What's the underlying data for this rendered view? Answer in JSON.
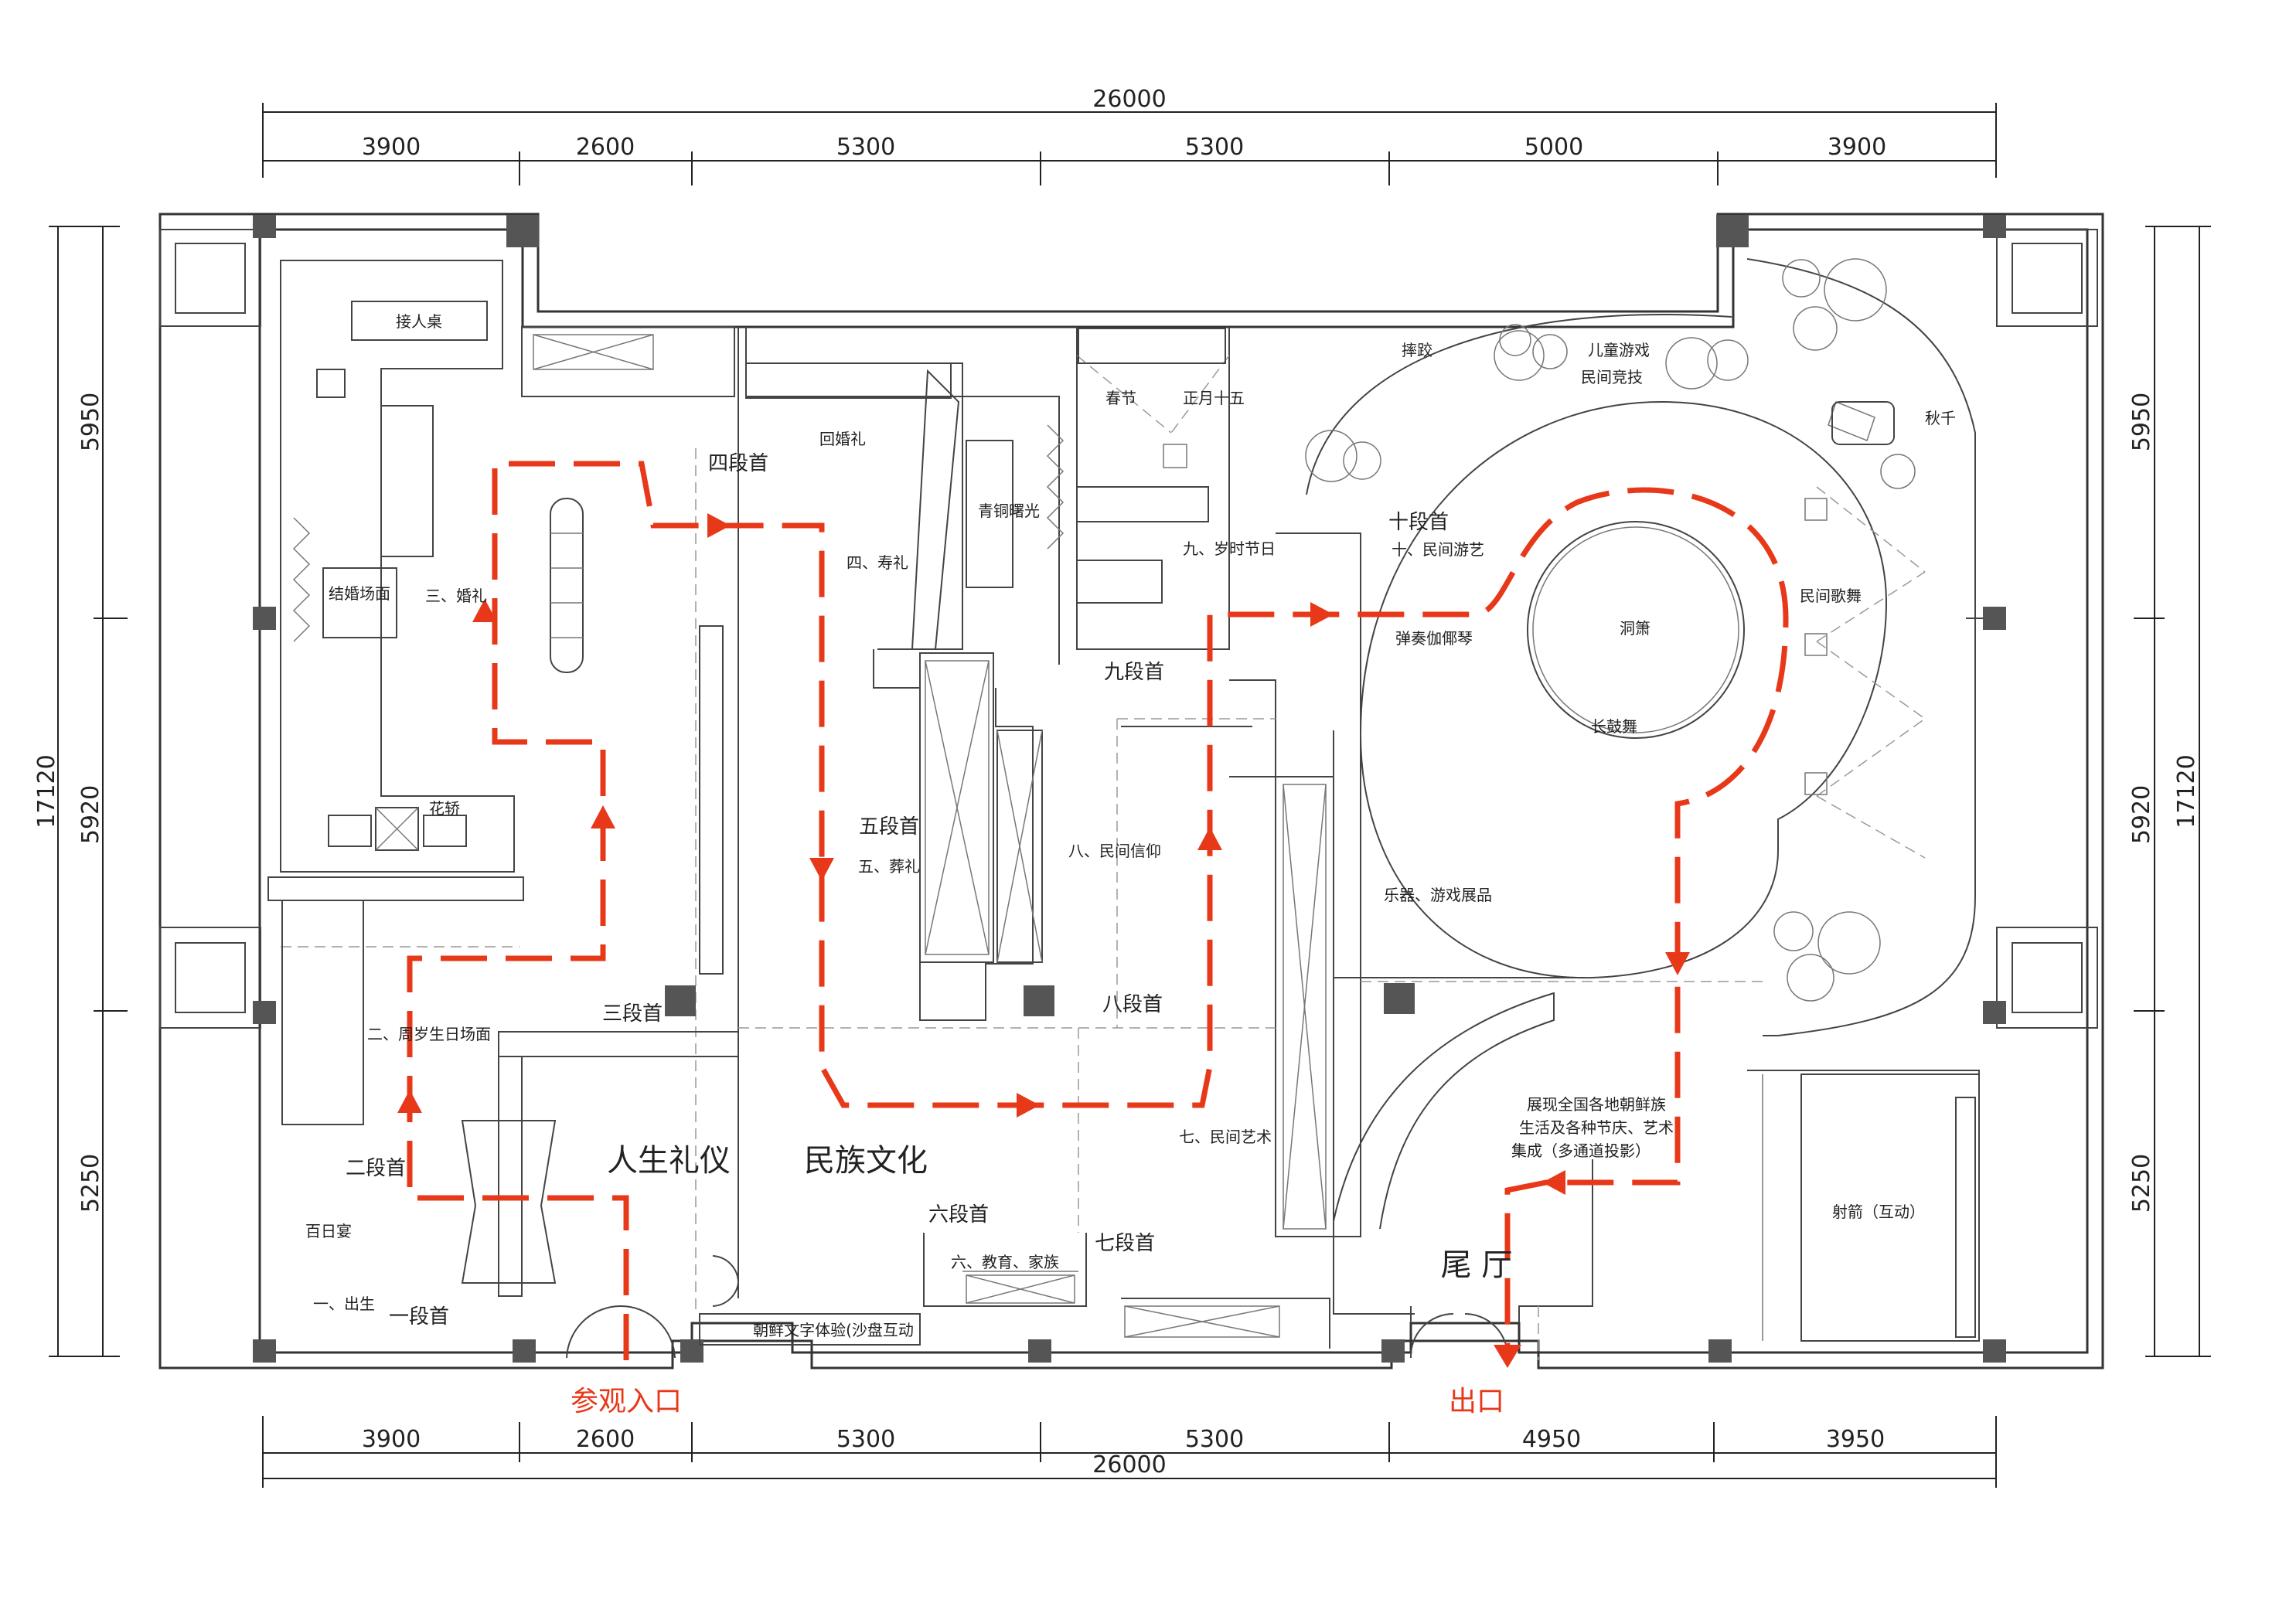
{
  "dimensions": {
    "top_total": "26000",
    "top": [
      "3900",
      "2600",
      "5300",
      "5300",
      "5000",
      "3900"
    ],
    "bottom_total": "26000",
    "bottom": [
      "3900",
      "2600",
      "5300",
      "5300",
      "4950",
      "3950"
    ],
    "left_total": "17120",
    "left": [
      "5950",
      "5920",
      "5250"
    ],
    "right_total": "17120",
    "right": [
      "5950",
      "5920",
      "5250"
    ]
  },
  "halls": {
    "life": "人生礼仪",
    "folk": "民族文化",
    "tail": "尾 厅"
  },
  "entrance": "参观入口",
  "exit": "出口",
  "sections": {
    "s1": "一段首",
    "s2": "二段首",
    "s3": "三段首",
    "s4": "四段首",
    "s5": "五段首",
    "s6": "六段首",
    "s7": "七段首",
    "s8": "八段首",
    "s9": "九段首",
    "s10": "十段首"
  },
  "labels": {
    "birth": "一、出生",
    "hundred_days": "百日宴",
    "first_birthday": "二、周岁生日场面",
    "wedding": "三、婚礼",
    "wedding_scene": "结婚场面",
    "reception": "接人桌",
    "flower_sedan": "花轿",
    "hui_hun": "回婚礼",
    "longevity": "四、寿礼",
    "youth": "青铜曙光",
    "funeral": "五、葬礼",
    "education": "六、教育、家族",
    "folk_art": "七、民间艺术",
    "folk_belief": "八、民间信仰",
    "festivals": "九、岁时节日",
    "spring_festival": "春节",
    "lantern": "正月十五",
    "folk_games": "十、民间游艺",
    "instruments": "乐器、游戏展品",
    "kayagum": "弹奏伽倻琴",
    "drum": "洞箫",
    "long_drum": "长鼓舞",
    "wrestling": "摔跤",
    "children_games": "儿童游戏",
    "folk_sports": "民间竞技",
    "swing": "秋千",
    "folk_song": "民间歌舞",
    "archery": "射箭（互动）",
    "projection_1": "展现全国各地朝鲜族",
    "projection_2": "生活及各种节庆、艺术",
    "projection_3": "集成（多通道投影）",
    "writing": "朝鲜文字体验(沙盘互动"
  }
}
